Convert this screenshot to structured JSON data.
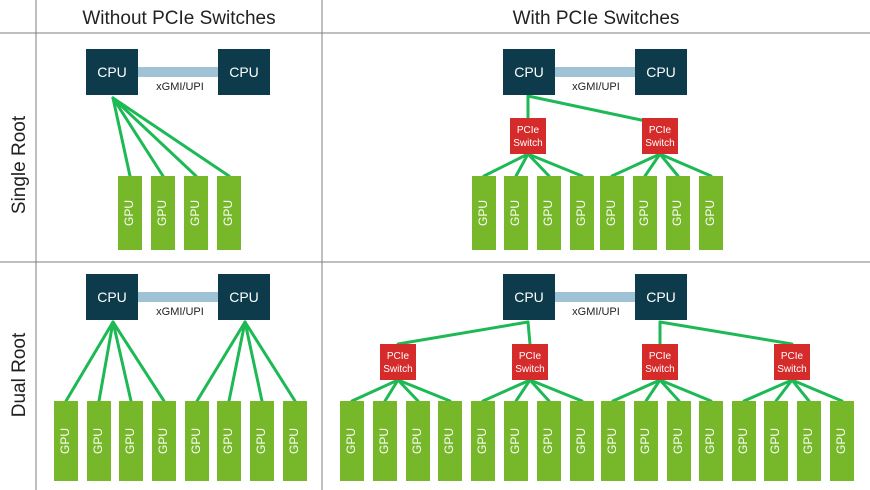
{
  "headers": {
    "without_switches": "Without PCIe Switches",
    "with_switches": "With PCIe Switches",
    "single_root": "Single Root",
    "dual_root": "Dual Root"
  },
  "labels": {
    "cpu": "CPU",
    "gpu": "GPU",
    "switch_line1": "PCIe",
    "switch_line2": "Switch",
    "interconnect": "xGMI/UPI"
  },
  "colors": {
    "cpu": "#0e3b4b",
    "switch": "#d52b2b",
    "gpu": "#76b82a",
    "link": "#1db954",
    "interconnect": "#9dc3d5"
  }
}
